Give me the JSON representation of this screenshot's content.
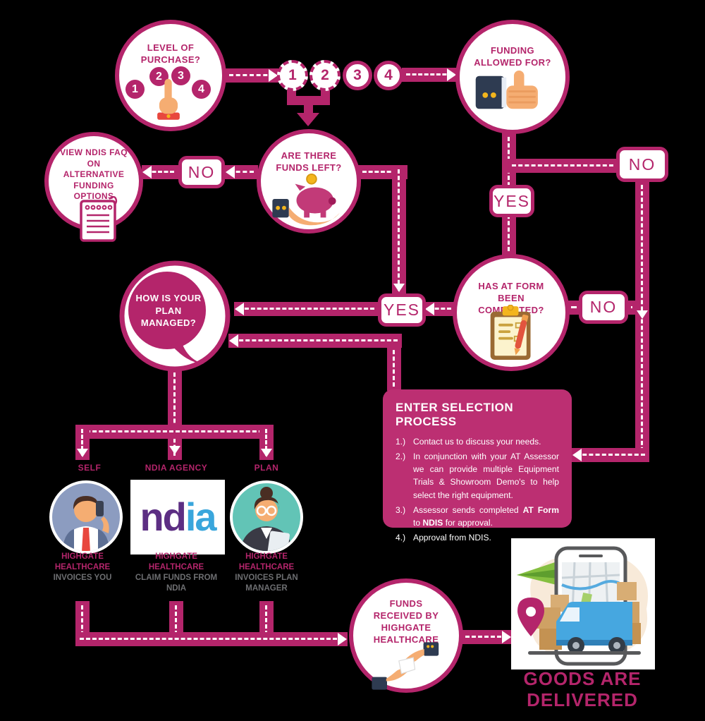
{
  "palette": {
    "magenta": "#b4256b",
    "panel_bg": "#bc2f72",
    "gray": "#6d6e71",
    "ndia_purple": "#5c2e83",
    "ndia_blue": "#3aa6dc"
  },
  "nodes": {
    "level_of_purchase": {
      "title": "LEVEL OF PURCHASE?",
      "numbers": [
        "1",
        "2",
        "3",
        "4"
      ]
    },
    "funding_allowed": {
      "title": "FUNDING ALLOWED FOR?"
    },
    "funds_left": {
      "title": "ARE THERE FUNDS LEFT?"
    },
    "ndis_faq": {
      "title": "VIEW NDIS FAQ ON ALTERNATIVE FUNDING OPTIONS"
    },
    "at_form": {
      "title": "HAS AT FORM BEEN COMPLETED?"
    },
    "plan_managed": {
      "title": "HOW IS YOUR PLAN MANAGED?"
    },
    "funds_received": {
      "title": "FUNDS RECEIVED BY HIGHGATE HEALTHCARE"
    },
    "goods_delivered": {
      "title": "GOODS ARE DELIVERED"
    }
  },
  "steps": [
    "1",
    "2",
    "3",
    "4"
  ],
  "decisions": {
    "yes": "YES",
    "no": "NO"
  },
  "selection": {
    "title": "ENTER SELECTION PROCESS",
    "items": [
      {
        "num": "1.)",
        "text": "Contact us to discuss your needs."
      },
      {
        "num": "2.)",
        "text": "In conjunction with your AT Assessor we can provide multiple Equipment Trials & Showroom Demo's to help select the right equipment."
      },
      {
        "num": "3.)",
        "pre": "Assessor sends completed ",
        "bold1": "AT Form",
        "mid": " to ",
        "bold2": "NDIS",
        "post": " for approval."
      },
      {
        "num": "4.)",
        "text": "Approval from NDIS."
      }
    ]
  },
  "branches": {
    "self": {
      "label": "SELF",
      "brand": "HIGHGATE HEALTHCARE",
      "action": "INVOICES YOU"
    },
    "ndia": {
      "label": "NDIA AGENCY",
      "brand": "HIGHGATE HEALTHCARE",
      "action": "CLAIM FUNDS FROM NDIA",
      "logo_part1": "nd",
      "logo_part2": "ia"
    },
    "plan": {
      "label": "PLAN",
      "brand": "HIGHGATE HEALTHCARE",
      "action": "INVOICES PLAN MANAGER"
    }
  }
}
